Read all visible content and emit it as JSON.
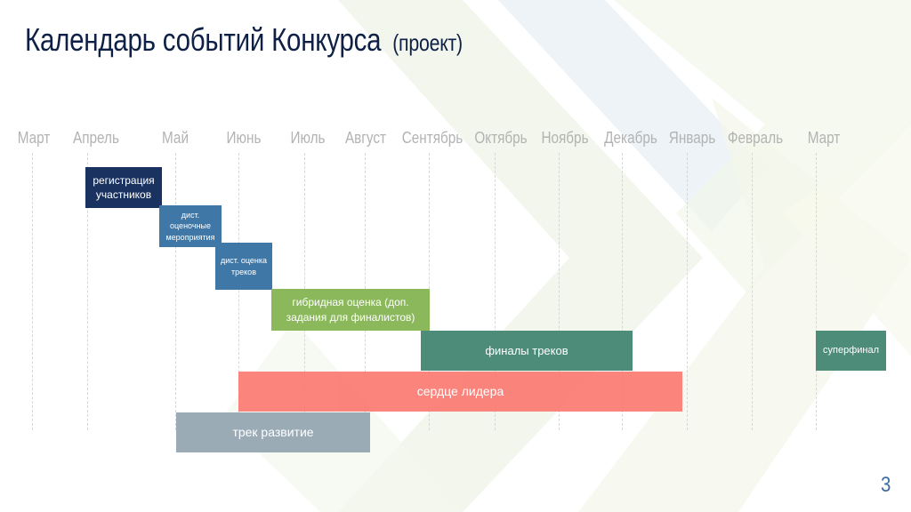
{
  "slide": {
    "title": "Календарь событий Конкурса",
    "subtitle": "(проект)",
    "page_number": "3"
  },
  "timeline": {
    "months": [
      "Март",
      "Апрель",
      "Май",
      "Июнь",
      "Июль",
      "Август",
      "Сентябрь",
      "Октябрь",
      "Ноябрь",
      "Декабрь",
      "Январь",
      "Февраль",
      "Март"
    ],
    "events": [
      {
        "label": "регистрация участников",
        "color": "#1a3260"
      },
      {
        "label": "дист. оценочные мероприятия",
        "color": "#3f77a6"
      },
      {
        "label": "дист. оценка треков",
        "color": "#3f77a6"
      },
      {
        "label": "гибридная оценка (доп. задания для финалистов)",
        "color": "#8ab85a"
      },
      {
        "label": "финалы треков",
        "color": "#4c8c78"
      },
      {
        "label": "суперфинал",
        "color": "#4c8c78"
      },
      {
        "label": "сердце лидера",
        "color": "#fb7b73"
      },
      {
        "label": "трек развитие",
        "color": "#9aabb6"
      }
    ]
  }
}
